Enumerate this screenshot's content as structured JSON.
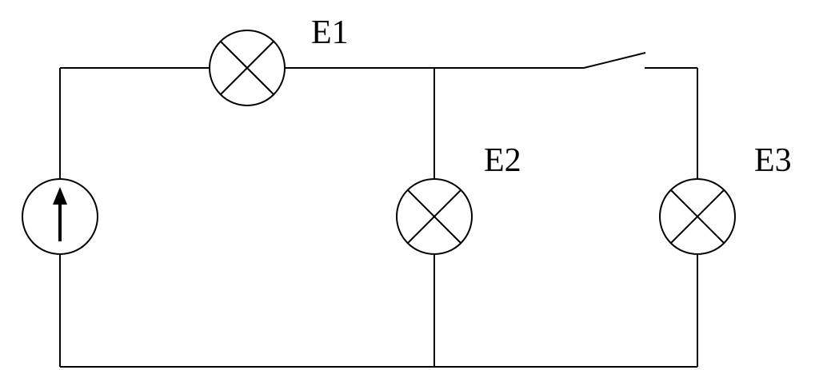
{
  "diagram": {
    "lamps": {
      "e1": "E1",
      "e2": "E2",
      "e3": "E3"
    },
    "source_icon": "current-source-arrow-up-icon",
    "lamp_icon": "lamp-cross-circle-icon",
    "colors": {
      "stroke": "#000000",
      "background": "#ffffff"
    }
  }
}
